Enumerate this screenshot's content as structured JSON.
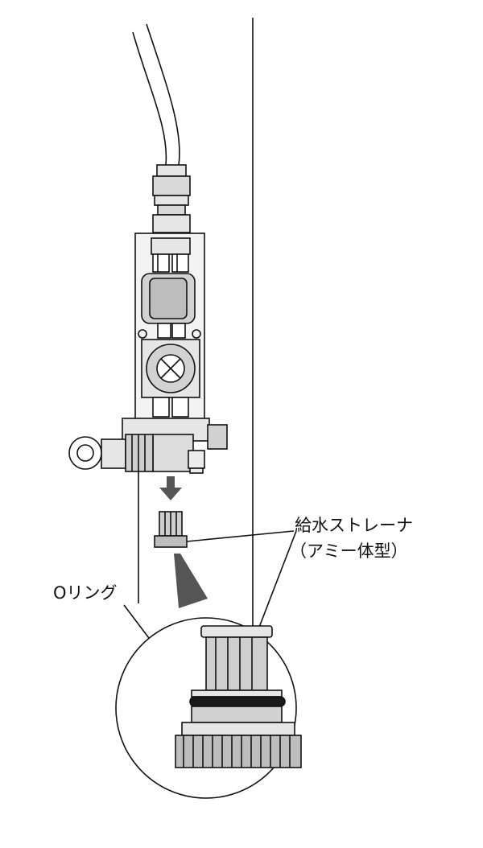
{
  "labels": {
    "strainer_line1": "給水ストレーナ",
    "strainer_line2": "（アミー体型）",
    "oring": "Oリング"
  },
  "colors": {
    "line": "#111111",
    "gray_light": "#e6e6e6",
    "gray_mid": "#bdbdbd",
    "gray_dark": "#8a8a8a",
    "arrow": "#555555",
    "ring": "#1a1a1a"
  }
}
